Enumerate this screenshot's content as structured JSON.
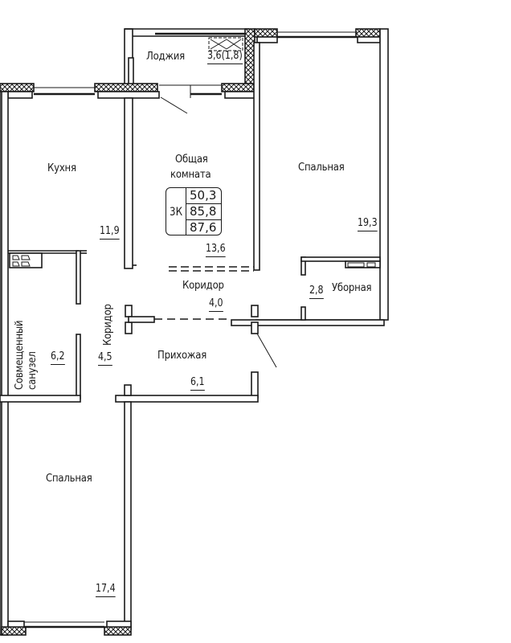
{
  "plan": {
    "type": "apartment-floor-plan",
    "apartment_summary": {
      "rooms_code": "3К",
      "living_area": "50,3",
      "total_area": "85,8",
      "total_area_with_loggia": "87,6"
    },
    "rooms": [
      {
        "id": "loggia",
        "name": "Лоджия",
        "area": "3,6(1,8)"
      },
      {
        "id": "living-room",
        "name_line1": "Общая",
        "name_line2": "комната",
        "area": "13,6"
      },
      {
        "id": "kitchen",
        "name": "Кухня",
        "area": "11,9"
      },
      {
        "id": "bedroom-right",
        "name": "Спальная",
        "area": "19,3"
      },
      {
        "id": "toilet",
        "name": "Уборная",
        "area": "2,8"
      },
      {
        "id": "corridor-center",
        "name": "Коридор",
        "area": "4,0"
      },
      {
        "id": "corridor-left",
        "name": "Коридор",
        "area": "4,5"
      },
      {
        "id": "bathroom",
        "name_line1": "Совмещенный",
        "name_line2": "санузел",
        "area": "6,2"
      },
      {
        "id": "hallway",
        "name": "Прихожая",
        "area": "6,1"
      },
      {
        "id": "bedroom-bottom",
        "name": "Спальная",
        "area": "17,4"
      }
    ],
    "colors": {
      "line": "#1a1a1a",
      "background": "#ffffff"
    }
  }
}
